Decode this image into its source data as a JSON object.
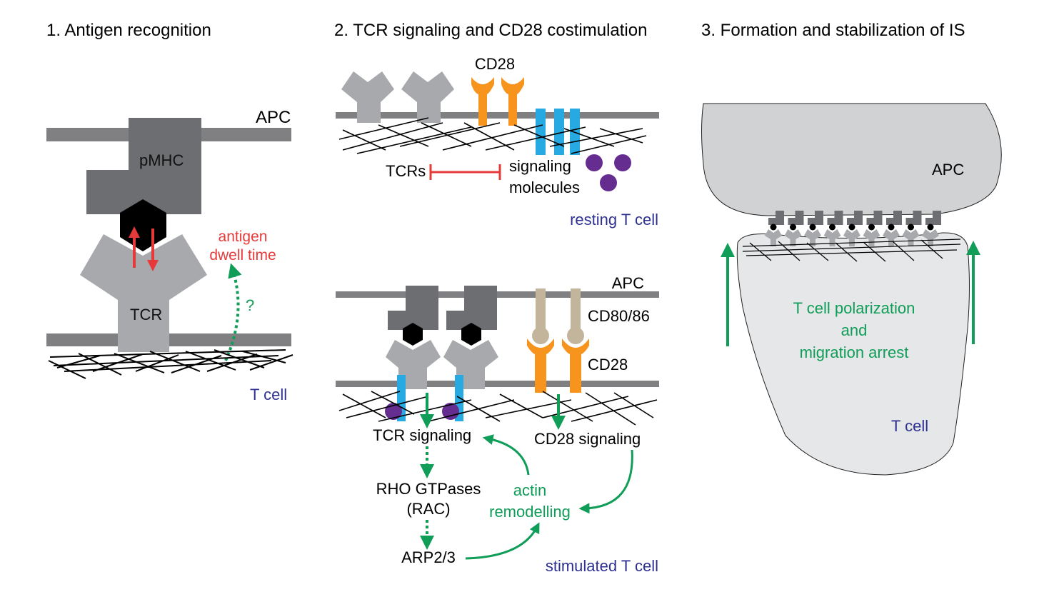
{
  "panels": [
    {
      "title": "1. Antigen recognition",
      "labels": {
        "apc": "APC",
        "pmhc": "pMHC",
        "tcr": "TCR",
        "dwell_line1": "antigen",
        "dwell_line2": "dwell time",
        "question": "?",
        "tcell": "T cell"
      }
    },
    {
      "title": "2. TCR signaling and CD28 costimulation",
      "resting": {
        "cd28": "CD28",
        "tcrs": "TCRs",
        "sig_line1": "signaling",
        "sig_line2": "molecules",
        "state": "resting T cell"
      },
      "stimulated": {
        "apc": "APC",
        "cd8086": "CD80/86",
        "cd28": "CD28",
        "tcr_signaling": "TCR signaling",
        "cd28_signaling": "CD28 signaling",
        "rho_line1": "RHO GTPases",
        "rho_line2": "(RAC)",
        "arp": "ARP2/3",
        "actin_line1": "actin",
        "actin_line2": "remodelling",
        "state": "stimulated T cell"
      }
    },
    {
      "title": "3. Formation and stabilization of IS",
      "labels": {
        "apc": "APC",
        "pol_line1": "T cell polarization",
        "pol_line2": "and",
        "pol_line3": "migration arrest",
        "tcell": "T cell"
      }
    }
  ],
  "colors": {
    "membrane": "#808083",
    "pmhc": "#6d6e71",
    "tcr": "#a7a9ac",
    "antigen": "#000000",
    "red": "#e63a3a",
    "green": "#0f9d58",
    "navy": "#2e3192",
    "orange": "#f7941d",
    "blue": "#27aae1",
    "purple": "#662d91",
    "cd80": "#c2b59b",
    "cell": "#d1d2d4"
  }
}
